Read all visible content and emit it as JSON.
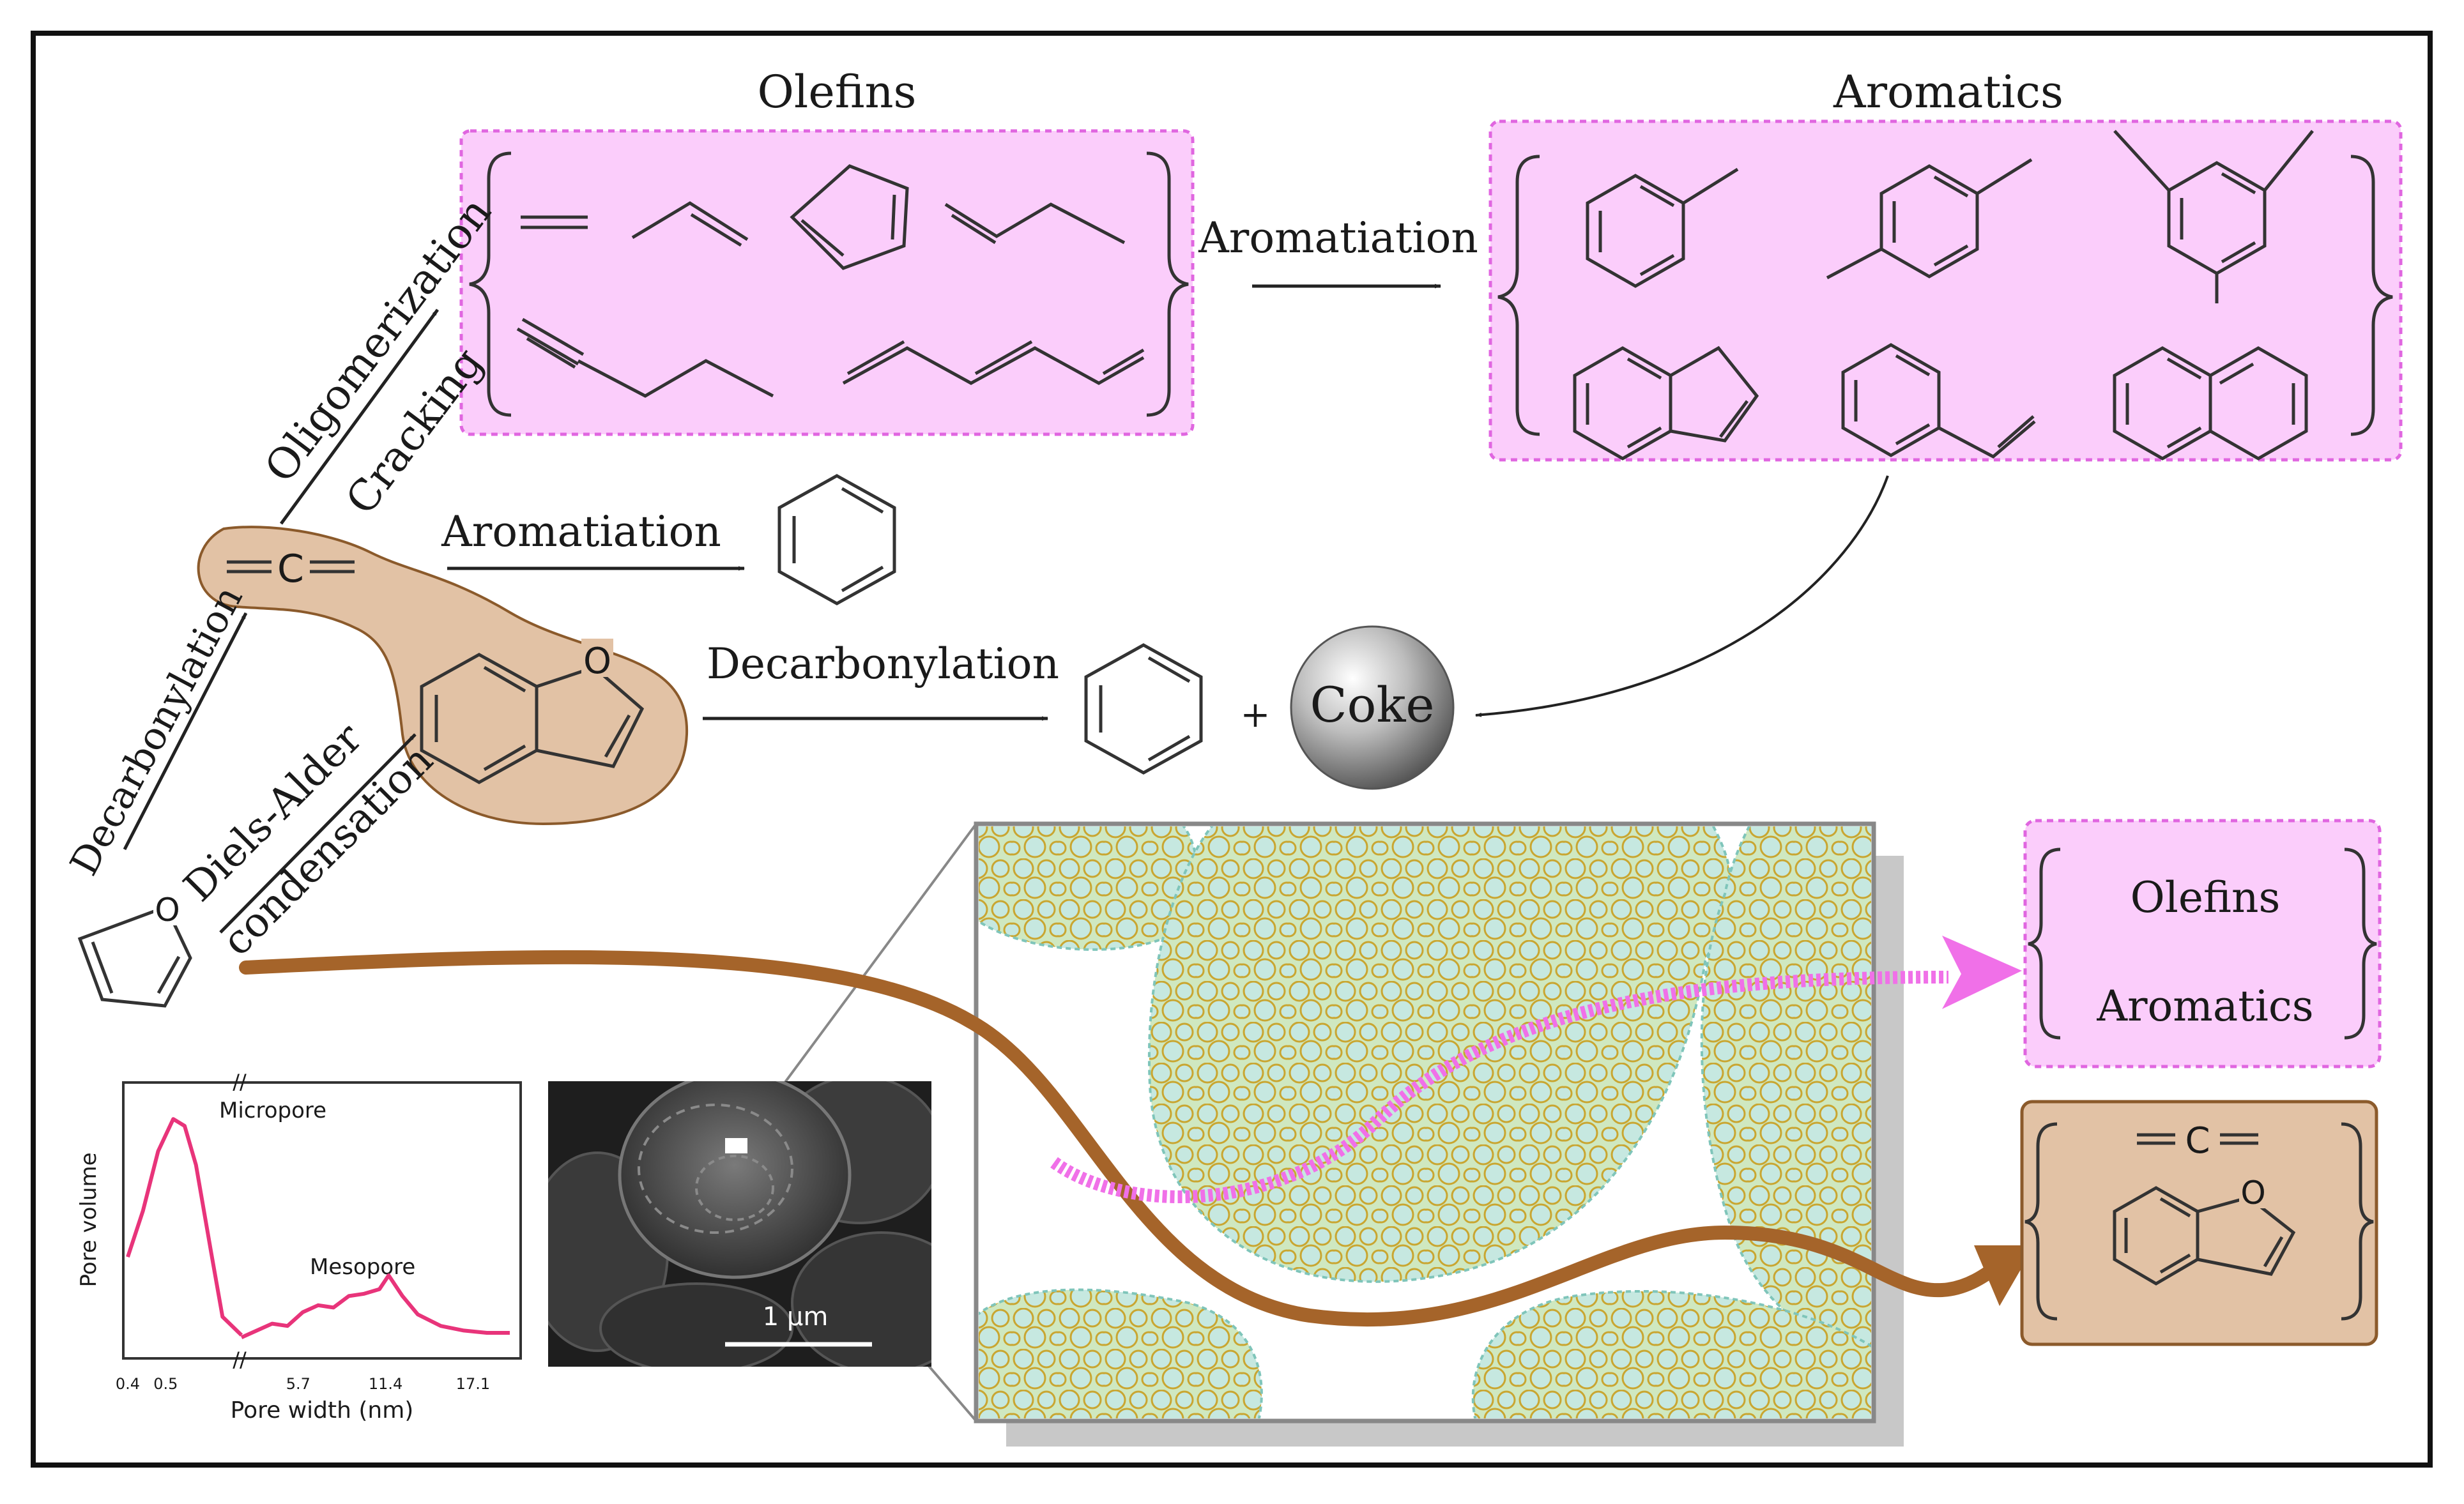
{
  "headers": {
    "olefins": "Olefins",
    "aromatics": "Aromatics"
  },
  "labels": {
    "oligomerization": "Oligomerization",
    "cracking": "Cracking",
    "decarbonylation_left": "Decarbonylation",
    "diels_alder": "Diels-Alder",
    "condensation": "condensation",
    "aromatiation_top": "Aromatiation",
    "aromatiation_mid": "Aromatiation",
    "decarbonylation_mid": "Decarbonylation",
    "plus": "+",
    "coke": "Coke",
    "ketene": "=C=",
    "furan_o": "O",
    "benzofuran_o": "O"
  },
  "products": {
    "olefins": "Olefins",
    "aromatics": "Aromatics",
    "ketene": "=C=",
    "benzofuran_o": "O"
  },
  "sem": {
    "scale": "1 µm"
  },
  "chart_data": {
    "type": "line",
    "title": "",
    "xlabel": "Pore width (nm)",
    "ylabel": "Pore volume",
    "x_ticks": [
      "0.4",
      "0.5",
      "5.7",
      "11.4",
      "17.1"
    ],
    "annotations": [
      "Micropore",
      "Mesopore"
    ],
    "series": [
      {
        "segment": "micropore",
        "x": [
          0.4,
          0.44,
          0.48,
          0.52,
          0.55,
          0.58,
          0.62,
          0.65,
          0.7
        ],
        "y": [
          0.38,
          0.58,
          0.84,
          0.98,
          0.95,
          0.78,
          0.4,
          0.12,
          0.04
        ]
      },
      {
        "segment": "mesopore",
        "x": [
          2.0,
          3.0,
          4.0,
          5.0,
          6.0,
          7.0,
          8.0,
          9.0,
          10.0,
          11.0,
          11.6,
          12.5,
          13.5,
          15.0,
          16.5,
          18.0,
          19.5
        ],
        "y": [
          0.03,
          0.06,
          0.09,
          0.08,
          0.14,
          0.17,
          0.16,
          0.21,
          0.22,
          0.24,
          0.3,
          0.21,
          0.13,
          0.08,
          0.06,
          0.05,
          0.05
        ]
      }
    ],
    "colors": {
      "line": "#e8347a",
      "frame": "#333333"
    }
  },
  "colors": {
    "pink_fill": "#fbcdfb",
    "pink_border": "#e066e0",
    "brown_fill": "#e2c2a5",
    "brown_border": "#8b5a2b",
    "brown_arrow": "#a5642a",
    "pink_arrow": "#f070e8",
    "zeolite_fill": "#c7e6c6",
    "zeolite_cell": "#d4b82e"
  },
  "icons": {
    "coke": "coke-sphere-icon",
    "sem": "sem-micrograph-icon"
  }
}
